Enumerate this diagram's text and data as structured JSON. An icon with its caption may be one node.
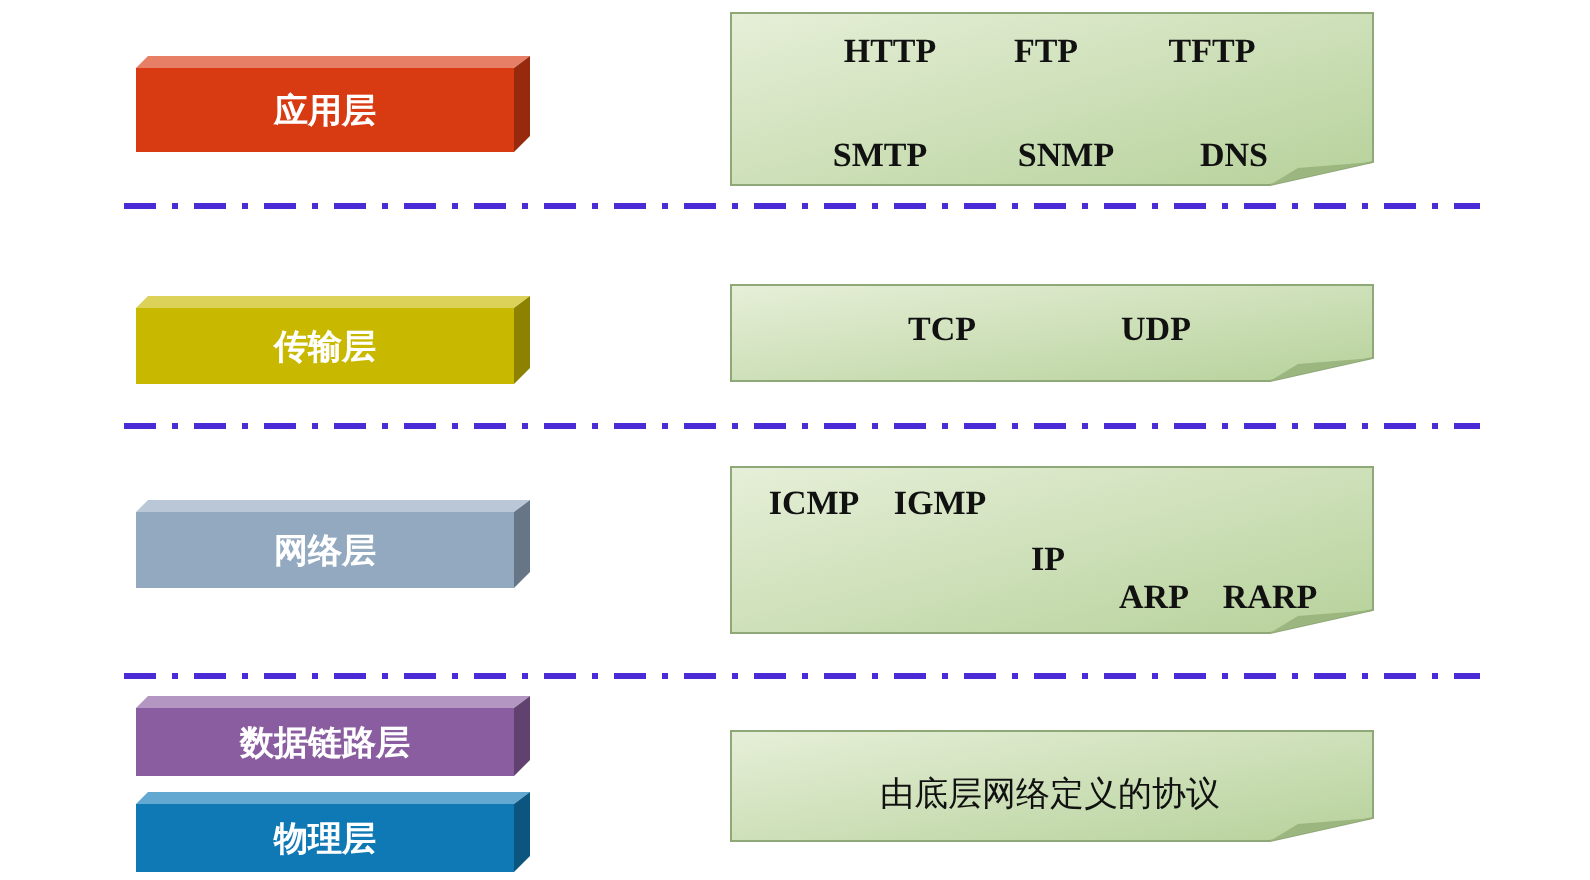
{
  "diagram": {
    "nodes": [
      {
        "text": [
          "应用层"
        ]
      },
      {
        "text": [
          "传输层"
        ]
      },
      {
        "text": [
          "网络层"
        ]
      },
      {
        "text": [
          "数据链路层"
        ]
      },
      {
        "text": [
          "物理层"
        ]
      },
      {
        "text": [
          "HTTP",
          "FTP",
          "TFTP",
          "SMTP",
          "SNMP",
          "DNS"
        ]
      },
      {
        "text": [
          "TCP",
          "UDP"
        ]
      },
      {
        "text": [
          "ICMP",
          "IGMP",
          "IP",
          "ARP",
          "RARP"
        ]
      },
      {
        "text": [
          "由底层网络定义的协议"
        ]
      }
    ]
  }
}
